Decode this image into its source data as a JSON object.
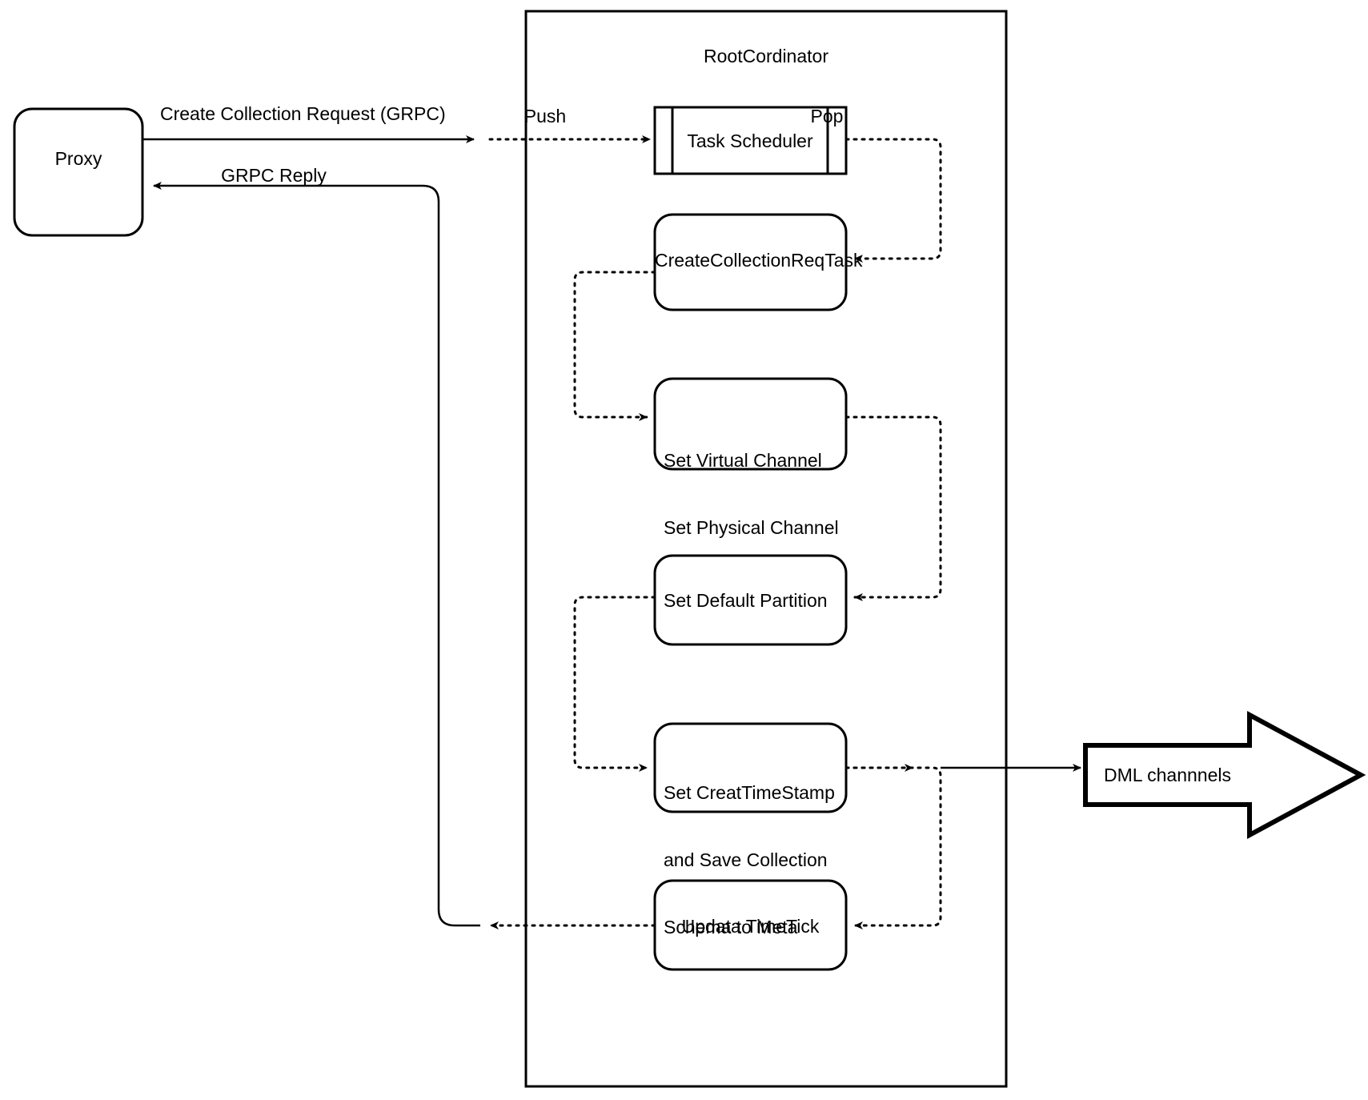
{
  "diagram": {
    "title_container": "RootCordinator",
    "external_nodes": [
      {
        "id": "proxy",
        "label": "Proxy",
        "shape": "rounded-rect"
      },
      {
        "id": "dml",
        "label": "DML channnels",
        "shape": "block-arrow-right"
      }
    ],
    "queue_node": {
      "id": "task-scheduler",
      "label": "Task Scheduler",
      "shape": "queue"
    },
    "process_nodes": [
      {
        "id": "create-collection-req-task",
        "label": "CreateCollectionReqTask",
        "lines": [
          "CreateCollectionReqTask"
        ]
      },
      {
        "id": "set-virtual-physical-channel",
        "label": "Set Virtual Channel Set Physical Channel",
        "lines": [
          "Set Virtual Channel",
          "Set Physical Channel"
        ]
      },
      {
        "id": "set-default-partition",
        "label": "Set Default Partition",
        "lines": [
          "Set Default Partition"
        ]
      },
      {
        "id": "set-create-timestamp",
        "label": "Set CreatTimeStamp and Save Collection Schema to Meta",
        "lines": [
          "Set CreatTimeStamp",
          "and Save Collection",
          "Schema to Meta"
        ]
      },
      {
        "id": "update-timetick",
        "label": "Updata TimeTick",
        "lines": [
          "Updata TimeTick"
        ]
      }
    ],
    "edge_labels": [
      {
        "id": "create-collection-request",
        "text": "Create Collection Request (GRPC)"
      },
      {
        "id": "grpc-reply",
        "text": "GRPC Reply"
      },
      {
        "id": "push",
        "text": "Push"
      },
      {
        "id": "pop",
        "text": "Pop"
      }
    ],
    "colors": {
      "stroke": "#000000",
      "fill": "#ffffff",
      "text": "#000000"
    }
  }
}
